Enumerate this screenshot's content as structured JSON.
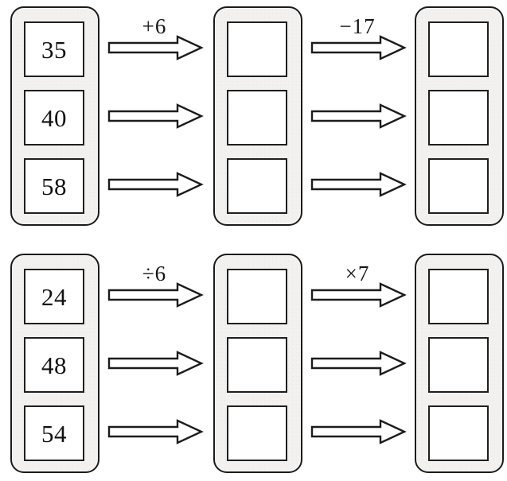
{
  "document": {
    "type": "function-machine-worksheet",
    "background_color": "#ffffff",
    "ink_color": "#1b1b1b",
    "panel_fill_color": "#f2f1ef",
    "cell_fill_color": "#ffffff"
  },
  "rows": [
    {
      "id": "row-top",
      "inputs": [
        "35",
        "40",
        "58"
      ],
      "operators": [
        "+6",
        "−17"
      ],
      "stages": [
        {
          "id": "stage-input",
          "values": [
            "35",
            "40",
            "58"
          ]
        },
        {
          "id": "stage-middle",
          "values": [
            "",
            "",
            ""
          ]
        },
        {
          "id": "stage-output",
          "values": [
            "",
            "",
            ""
          ]
        }
      ]
    },
    {
      "id": "row-bottom",
      "inputs": [
        "24",
        "48",
        "54"
      ],
      "operators": [
        "÷6",
        "×7"
      ],
      "stages": [
        {
          "id": "stage-input",
          "values": [
            "24",
            "48",
            "54"
          ]
        },
        {
          "id": "stage-middle",
          "values": [
            "",
            "",
            ""
          ]
        },
        {
          "id": "stage-output",
          "values": [
            "",
            "",
            ""
          ]
        }
      ]
    }
  ],
  "icons": {
    "arrow": "right-block-arrow-icon"
  }
}
